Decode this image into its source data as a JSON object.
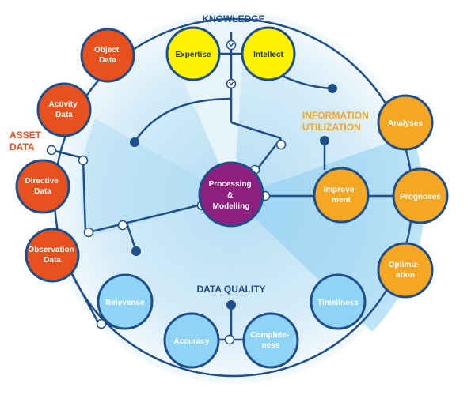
{
  "groups": {
    "knowledge": {
      "label": "KNOWLEDGE",
      "color": "#1f4f8a"
    },
    "asset_data": {
      "label_lines": [
        "ASSET",
        "DATA"
      ],
      "color": "#e8501e"
    },
    "information_utilization": {
      "label_lines": [
        "INFORMATION",
        "UTILIZATION"
      ],
      "color": "#f5a623"
    },
    "data_quality": {
      "label": "DATA QUALITY",
      "color": "#1f4f8a"
    }
  },
  "center": {
    "label_lines": [
      "Processing",
      "&",
      "Modelling"
    ],
    "color": "#8e1f7e"
  },
  "nodes": {
    "knowledge": [
      {
        "label_lines": [
          "Expertise"
        ]
      },
      {
        "label_lines": [
          "Intellect"
        ]
      }
    ],
    "asset_data": [
      {
        "label_lines": [
          "Object",
          "Data"
        ]
      },
      {
        "label_lines": [
          "Activity",
          "Data"
        ]
      },
      {
        "label_lines": [
          "Directive",
          "Data"
        ]
      },
      {
        "label_lines": [
          "Observation",
          "Data"
        ]
      }
    ],
    "information_utilization": [
      {
        "label_lines": [
          "Analyses"
        ]
      },
      {
        "label_lines": [
          "Prognoses"
        ]
      },
      {
        "label_lines": [
          "Optimiz-",
          "ation"
        ]
      },
      {
        "label_lines": [
          "Improve-",
          "ment"
        ]
      }
    ],
    "data_quality": [
      {
        "label_lines": [
          "Relevance"
        ]
      },
      {
        "label_lines": [
          "Accuracy"
        ]
      },
      {
        "label_lines": [
          "Complete-",
          "ness"
        ]
      },
      {
        "label_lines": [
          "Timeliness"
        ]
      }
    ]
  },
  "colors": {
    "knowledge_fill": "#fff200",
    "asset_fill": "#e8501e",
    "utilization_fill": "#f5a623",
    "quality_fill": "#8fd3f5",
    "line": "#1f4f8a"
  }
}
